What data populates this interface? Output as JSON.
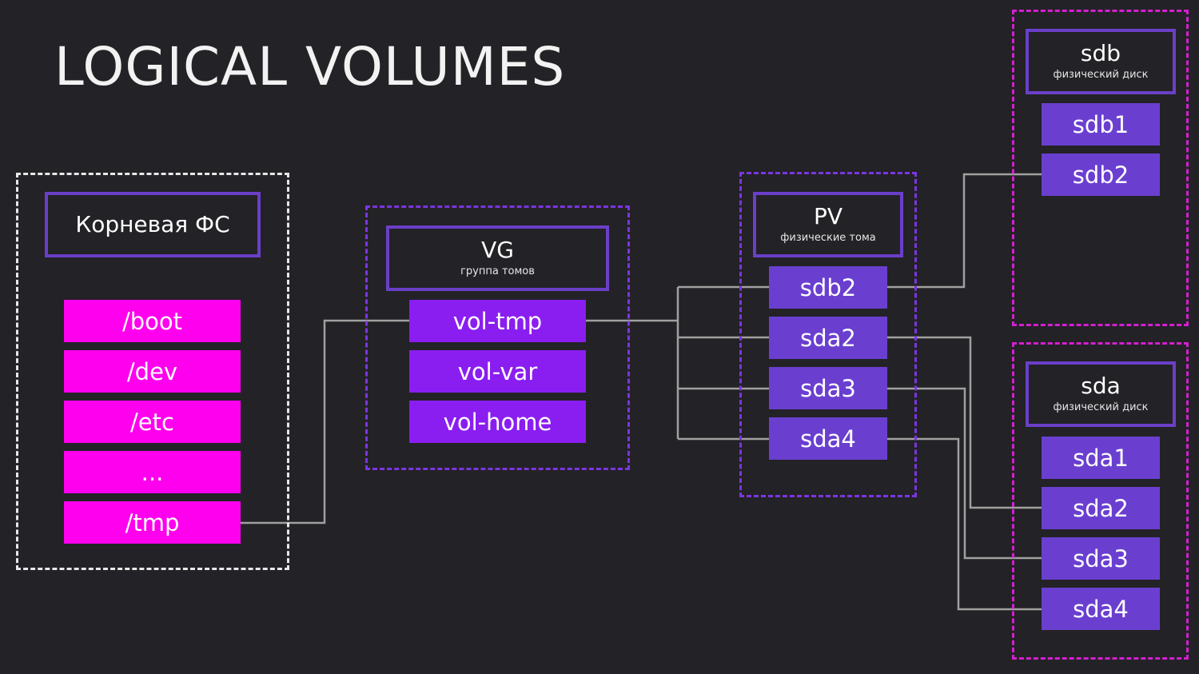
{
  "title": "LOGICAL VOLUMES",
  "colors": {
    "background": "#232226",
    "fs_cell": "#ff00ee",
    "lv_cell": "#8a1ef0",
    "pv_cell": "#6a3fd0",
    "header_border": "#6a3fc8",
    "disk_group_border": "#d41fd0",
    "volume_group_border": "#7b35e0",
    "root_group_border": "#e8e8e8",
    "connector": "#a0a0a0"
  },
  "root_fs": {
    "header": "Корневая ФС",
    "items": [
      "/boot",
      "/dev",
      "/etc",
      "...",
      "/tmp"
    ]
  },
  "vg": {
    "header": "VG",
    "subheader": "группа томов",
    "items": [
      "vol-tmp",
      "vol-var",
      "vol-home"
    ]
  },
  "pv": {
    "header": "PV",
    "subheader": "физические тома",
    "items": [
      "sdb2",
      "sda2",
      "sda3",
      "sda4"
    ]
  },
  "disk_sdb": {
    "header": "sdb",
    "subheader": "физический диск",
    "items": [
      "sdb1",
      "sdb2"
    ]
  },
  "disk_sda": {
    "header": "sda",
    "subheader": "физический диск",
    "items": [
      "sda1",
      "sda2",
      "sda3",
      "sda4"
    ]
  }
}
